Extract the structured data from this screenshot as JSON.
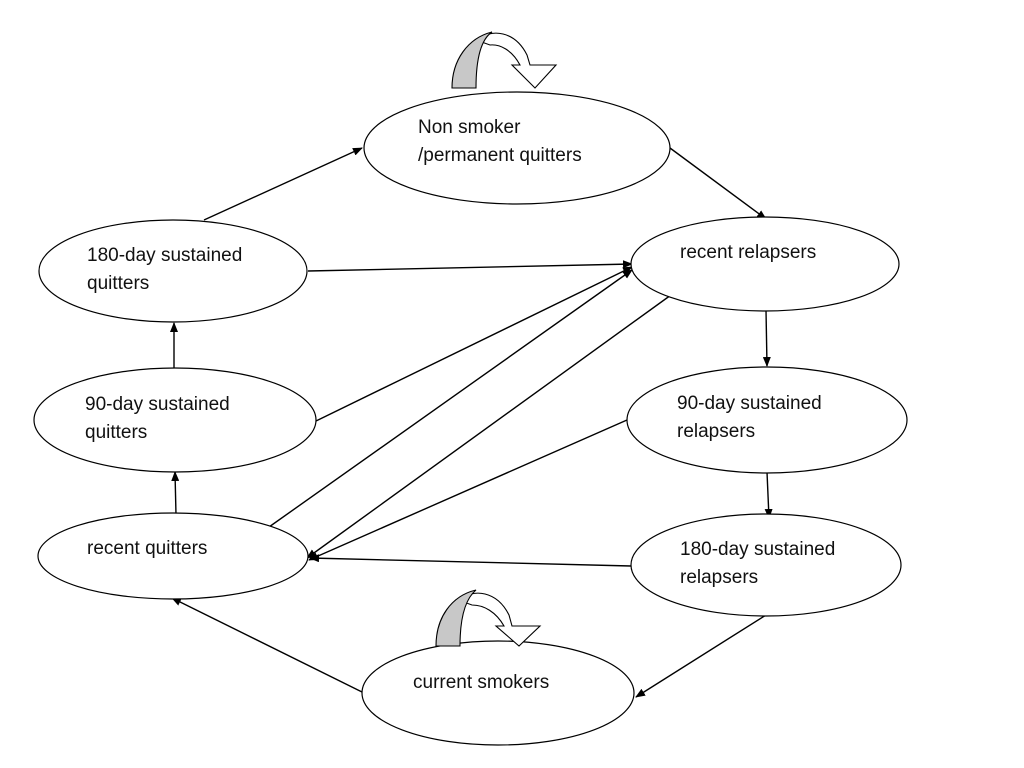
{
  "diagram": {
    "nodes": {
      "non_smoker": [
        "Non smoker",
        "/permanent quitters"
      ],
      "q180": [
        "180-day sustained",
        "quitters"
      ],
      "q90": [
        "90-day sustained",
        "quitters"
      ],
      "recent_quitters": [
        "recent quitters"
      ],
      "current_smokers": [
        "current smokers"
      ],
      "recent_relapsers": [
        "recent relapsers"
      ],
      "r90": [
        "90-day sustained",
        "relapsers"
      ],
      "r180": [
        "180-day sustained",
        "relapsers"
      ]
    },
    "edges": [
      {
        "from": "q180",
        "to": "non_smoker"
      },
      {
        "from": "non_smoker",
        "to": "recent_relapsers"
      },
      {
        "from": "q180",
        "to": "recent_relapsers"
      },
      {
        "from": "q90",
        "to": "q180"
      },
      {
        "from": "q90",
        "to": "recent_relapsers"
      },
      {
        "from": "recent_quitters",
        "to": "q90"
      },
      {
        "from": "recent_quitters",
        "to": "recent_relapsers"
      },
      {
        "from": "recent_relapsers",
        "to": "recent_quitters"
      },
      {
        "from": "recent_relapsers",
        "to": "r90"
      },
      {
        "from": "r90",
        "to": "recent_quitters"
      },
      {
        "from": "r90",
        "to": "r180"
      },
      {
        "from": "r180",
        "to": "recent_quitters"
      },
      {
        "from": "r180",
        "to": "current_smokers"
      },
      {
        "from": "current_smokers",
        "to": "recent_quitters"
      }
    ],
    "self_loops": [
      "non_smoker",
      "current_smokers"
    ]
  }
}
